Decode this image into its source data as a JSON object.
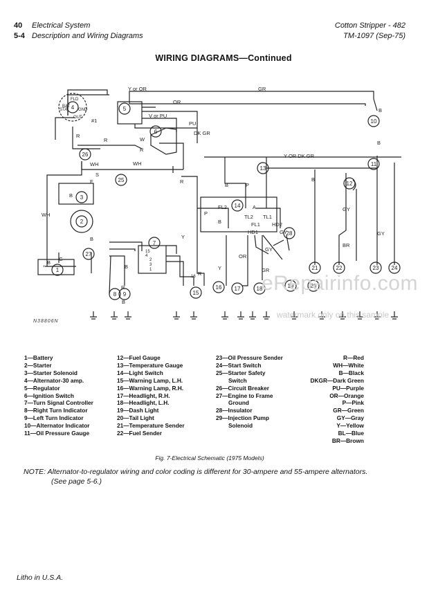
{
  "header": {
    "left_num1": "40",
    "left_text1": "Electrical System",
    "left_num2": "5-4",
    "left_text2": "Description and Wiring Diagrams",
    "right_line1": "Cotton Stripper - 482",
    "right_line2": "TM-1097  (Sep-75)"
  },
  "title": "WIRING DIAGRAMS—Continued",
  "diagram": {
    "wire_labels": [
      "Y or OR",
      "GR",
      "OR",
      "B",
      "V or PU",
      "PU",
      "DK GR",
      "#1",
      "R",
      "B",
      "R",
      "W",
      "R",
      "WH",
      "WH",
      "Y OR DK GR",
      "B",
      "P",
      "R",
      "B",
      "GY",
      "BR",
      "GY",
      "P",
      "FL2",
      "A",
      "B",
      "TL2",
      "TL1",
      "FL1",
      "HD2",
      "HD1",
      "GY",
      "GY",
      "Y",
      "R",
      "Y",
      "OR",
      "GR",
      "B",
      "B",
      "B",
      "WH",
      "R",
      "B",
      "G",
      "B",
      "S",
      "F"
    ],
    "circle_numbers": [
      "1",
      "2",
      "3",
      "4",
      "5",
      "6",
      "7",
      "8",
      "9",
      "10",
      "11",
      "12",
      "13",
      "14",
      "15",
      "16",
      "17",
      "18",
      "19",
      "20",
      "21",
      "22",
      "23",
      "24",
      "25",
      "26",
      "27",
      "28",
      "29"
    ],
    "terminal_labels": [
      "15",
      "4",
      "2",
      "3",
      "1",
      "16",
      "BAT",
      "STA",
      "GND",
      "FLD",
      "OUT",
      "+",
      "-"
    ],
    "drawing_code": "N38806N"
  },
  "watermark": {
    "main": "eRepairinfo.com",
    "sub": "watermark only on this sample"
  },
  "legend": {
    "col1": [
      "1—Battery",
      "2—Starter",
      "3—Starter Solenoid",
      "4—Alternator-30 amp.",
      "5—Regulator",
      "6—Ignition Switch",
      "7—Turn Signal Controller",
      "8—Right Turn Indicator",
      "9—Left Turn Indicator",
      "10—Alternator Indicator",
      "11—Oil Pressure Gauge"
    ],
    "col2": [
      "12—Fuel Gauge",
      "13—Temperature Gauge",
      "14—Light Switch",
      "15—Warning Lamp, L.H.",
      "16—Warning Lamp, R.H.",
      "17—Headlight, R.H.",
      "18—Headlight, L.H.",
      "19—Dash Light",
      "20—Tail Light",
      "21—Temperature Sender",
      "22—Fuel Sender"
    ],
    "col3": [
      "23—Oil Pressure Sender",
      "24—Start Switch",
      "25—Starter Safety",
      "Switch",
      "26—Circuit Breaker",
      "27—Engine to Frame",
      "Ground",
      "28—Insulator",
      "29—Injection Pump",
      "Solenoid"
    ],
    "col4": [
      "R—Red",
      "WH—White",
      "B—Black",
      "DKGR—Dark Green",
      "PU—Purple",
      "OR—Orange",
      "P—Pink",
      "GR—Green",
      "GY—Gray",
      "Y—Yellow",
      "BL—Blue",
      "BR—Brown"
    ]
  },
  "caption": "Fig. 7-Electrical Schematic (1975 Models)",
  "note": {
    "line1": "NOTE:  Alternator-to-regulator wiring and color coding is different for 30-ampere and 55-ampere alternators.",
    "line2": "(See page 5-6.)"
  },
  "footer": "Litho in U.S.A."
}
